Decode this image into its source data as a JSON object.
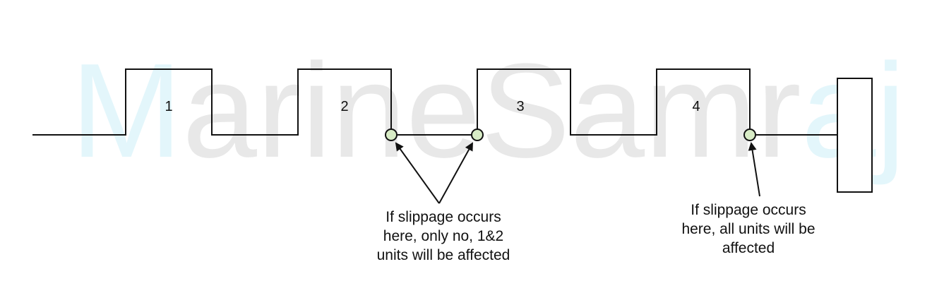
{
  "watermark": {
    "prefix": "M",
    "rest": "arineSamr",
    "suffix": "aj",
    "prefix_color": "#e3f6fb",
    "rest_color": "#e8e8e8"
  },
  "units": [
    {
      "label": "1"
    },
    {
      "label": "2"
    },
    {
      "label": "3"
    },
    {
      "label": "4"
    }
  ],
  "notes": {
    "left": "If slippage occurs\nhere, only no, 1&2\nunits will be affected",
    "right": "If slippage occurs\nhere, all units will be\naffected"
  },
  "colors": {
    "line": "#111111",
    "slip_point_fill": "#d8ecc6",
    "slip_point_stroke": "#111111"
  }
}
